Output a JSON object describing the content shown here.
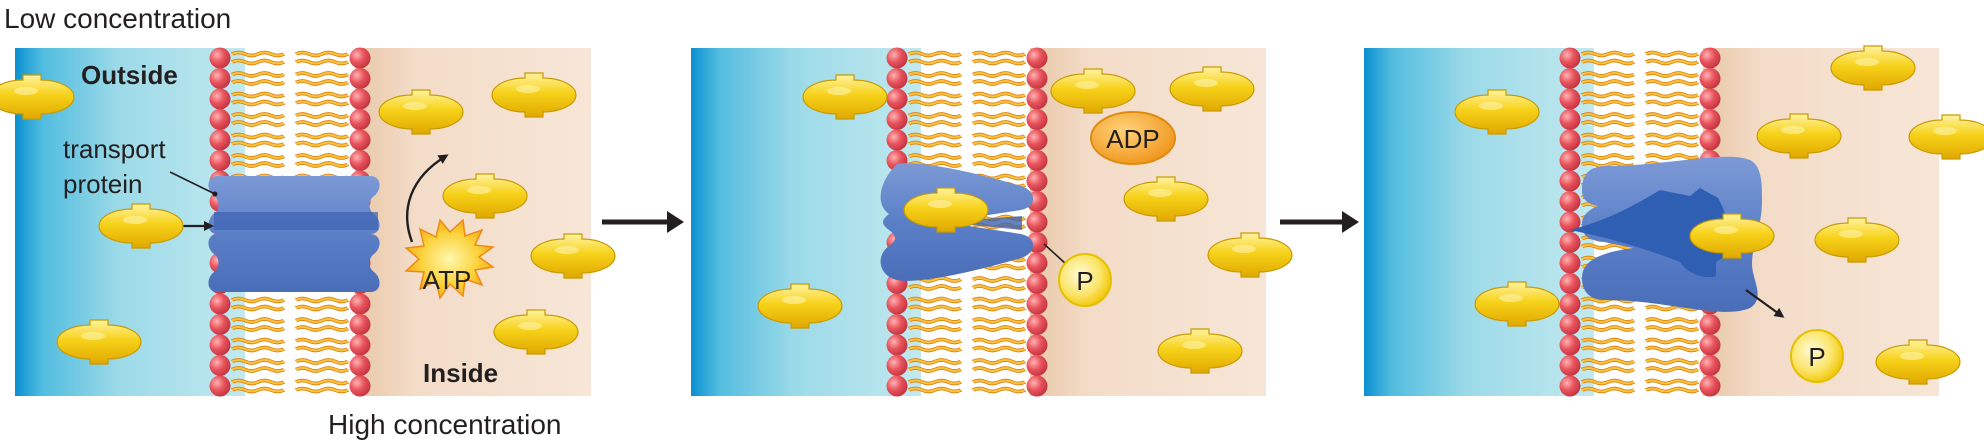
{
  "labels": {
    "low_concentration": "Low concentration",
    "high_concentration": "High concentration",
    "outside": "Outside",
    "inside": "Inside",
    "transport_protein_line1": "transport",
    "transport_protein_line2": "protein",
    "atp": "ATP",
    "adp": "ADP",
    "phosphate": "P"
  },
  "panels": [
    "step-1",
    "step-2",
    "step-3"
  ],
  "colors": {
    "outside_dark": "#0a8fd0",
    "outside_light": "#b4e4ee",
    "inside": "#f5e1cf",
    "membrane_head": "#e8545d",
    "lipid_tail": "#f4a21d",
    "protein": "#5b7fc7",
    "molecule": "#f2c500",
    "phosphate": "#fbe56b",
    "atp_burst": "#f7b21a",
    "adp": "#f5a623"
  }
}
